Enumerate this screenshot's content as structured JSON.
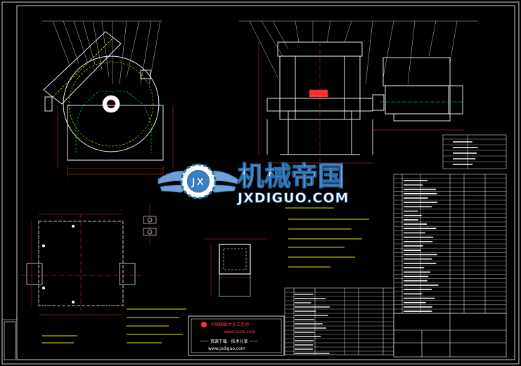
{
  "watermark": {
    "title_cn": "机械帝国",
    "title_en": "JXDIGUO.COM",
    "badge": "JX"
  },
  "stamp": {
    "line1": "中国图纸大全工艺网",
    "line2": "www.tuzhi.com",
    "line3": "一一 资源下载 · 技术分享 一一",
    "line4": "www.jxdiguo.com"
  },
  "colors": {
    "background": "#000000",
    "frame": "#ffffff",
    "line_red": "#ff3030",
    "line_yellow": "#e6e600",
    "line_cyan": "#00d8ff",
    "line_green": "#00ff40",
    "line_magenta": "#ff40ff",
    "watermark_blue": "#2a6fb0"
  }
}
